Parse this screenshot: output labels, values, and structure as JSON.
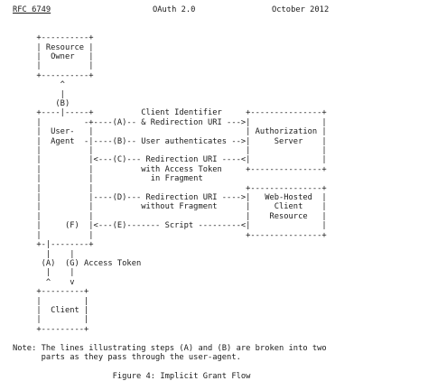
{
  "header": {
    "rfc": "RFC 6749",
    "title": "OAuth 2.0",
    "date": "October 2012"
  },
  "diagram": {
    "text": "     +----------+\n     | Resource |\n     |  Owner   |\n     |          |\n     +----------+\n          ^\n          |\n         (B)\n     +----|-----+          Client Identifier     +---------------+\n     |         -+----(A)-- & Redirection URI --->|               |\n     |  User-   |                                | Authorization |\n     |  Agent  -|----(B)-- User authenticates -->|     Server    |\n     |          |                                |               |\n     |          |<---(C)--- Redirection URI ----<|               |\n     |          |          with Access Token     +---------------+\n     |          |            in Fragment\n     |          |                                +---------------+\n     |          |----(D)--- Redirection URI ---->|   Web-Hosted  |\n     |          |          without Fragment      |     Client    |\n     |          |                                |    Resource   |\n     |     (F)  |<---(E)------- Script ---------<|               |\n     |          |                                +---------------+\n     +-|--------+\n       |    |\n      (A)  (G) Access Token\n       |    |\n       ^    v\n     +---------+\n     |         |\n     |  Client |\n     |         |\n     +---------+"
  },
  "note": {
    "line1": "Note: The lines illustrating steps (A) and (B) are broken into two",
    "line2": "      parts as they pass through the user-agent."
  },
  "caption": "Figure 4: Implicit Grant Flow"
}
